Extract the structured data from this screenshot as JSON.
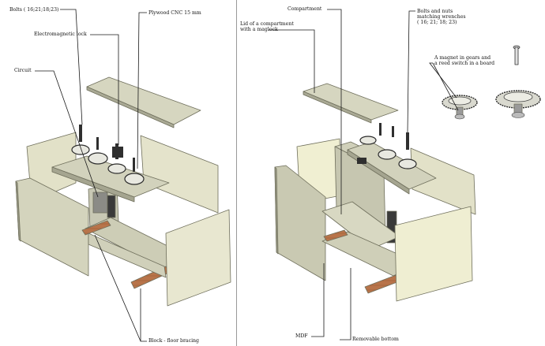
{
  "labels": {
    "bolts_left": "Bolts ( 16;21;18;23)",
    "plywood": "Plywood CNC 15 mm",
    "electromagnetic_lock": "Electromagnetic lock",
    "circuit": "Circuit",
    "block_floor_bracing": "Block - floor bracing",
    "compartment": "Compartment",
    "lid": "Lid of a compartment\nwith a maglock",
    "bolts_right": "Bolts and nuts\nmatching wrenches\n( 16; 21; 18; 23)",
    "magnet_reed": "A magnet in gears and\na reed switch in a board",
    "mdf": "MDF",
    "removable_bottom": "Removable bottom"
  },
  "colors": {
    "panel_face": "#d8d8c4",
    "panel_edge": "#8d8d78",
    "panel_dark": "#b4b4a0",
    "cream": "#efeed2",
    "wood": "#b8744a",
    "gear": "#2f2f2f",
    "line": "#1a1a1a"
  }
}
